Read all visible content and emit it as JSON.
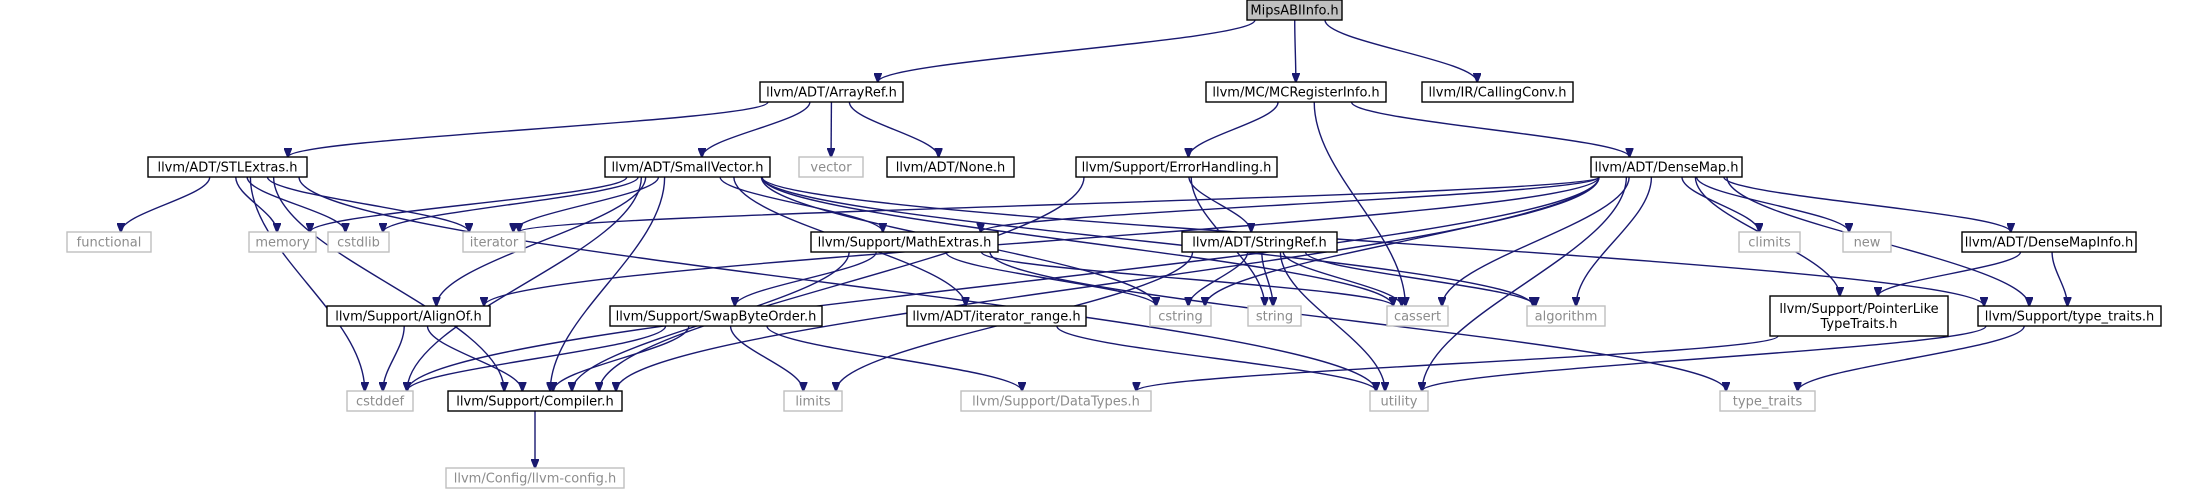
{
  "colors": {
    "edge": "#191970",
    "node_border": "#000000",
    "node_border_external": "#bfbfbf",
    "node_fill": "#ffffff",
    "node_fill_root": "#bfbfbf",
    "label": "#000000",
    "label_external": "#8c8c8c"
  },
  "nodes": [
    {
      "id": "mipsabi",
      "label": "MipsABIInfo.h",
      "kind": "root"
    },
    {
      "id": "arrayref",
      "label": "llvm/ADT/ArrayRef.h",
      "kind": "documented"
    },
    {
      "id": "mcreg",
      "label": "llvm/MC/MCRegisterInfo.h",
      "kind": "documented"
    },
    {
      "id": "callconv",
      "label": "llvm/IR/CallingConv.h",
      "kind": "documented"
    },
    {
      "id": "stlextras",
      "label": "llvm/ADT/STLExtras.h",
      "kind": "documented"
    },
    {
      "id": "smallvector",
      "label": "llvm/ADT/SmallVector.h",
      "kind": "documented"
    },
    {
      "id": "vector",
      "label": "vector",
      "kind": "external"
    },
    {
      "id": "none",
      "label": "llvm/ADT/None.h",
      "kind": "documented"
    },
    {
      "id": "errorhandling",
      "label": "llvm/Support/ErrorHandling.h",
      "kind": "documented"
    },
    {
      "id": "densemap",
      "label": "llvm/ADT/DenseMap.h",
      "kind": "documented"
    },
    {
      "id": "functional",
      "label": "functional",
      "kind": "external"
    },
    {
      "id": "memory",
      "label": "memory",
      "kind": "external"
    },
    {
      "id": "cstdlib",
      "label": "cstdlib",
      "kind": "external"
    },
    {
      "id": "iterator",
      "label": "iterator",
      "kind": "external"
    },
    {
      "id": "mathextras",
      "label": "llvm/Support/MathExtras.h",
      "kind": "documented"
    },
    {
      "id": "stringref",
      "label": "llvm/ADT/StringRef.h",
      "kind": "documented"
    },
    {
      "id": "climits",
      "label": "climits",
      "kind": "external"
    },
    {
      "id": "new",
      "label": "new",
      "kind": "external"
    },
    {
      "id": "densemapinfo",
      "label": "llvm/ADT/DenseMapInfo.h",
      "kind": "documented"
    },
    {
      "id": "alignof",
      "label": "llvm/Support/AlignOf.h",
      "kind": "documented"
    },
    {
      "id": "swapbyteorder",
      "label": "llvm/Support/SwapByteOrder.h",
      "kind": "documented"
    },
    {
      "id": "iterrange",
      "label": "llvm/ADT/iterator_range.h",
      "kind": "documented"
    },
    {
      "id": "cstring",
      "label": "cstring",
      "kind": "external"
    },
    {
      "id": "string",
      "label": "string",
      "kind": "external"
    },
    {
      "id": "cassert",
      "label": "cassert",
      "kind": "external"
    },
    {
      "id": "algorithm",
      "label": "algorithm",
      "kind": "external"
    },
    {
      "id": "pointerlike",
      "label": "llvm/Support/PointerLike\nTypeTraits.h",
      "kind": "documented"
    },
    {
      "id": "typetraits_h",
      "label": "llvm/Support/type_traits.h",
      "kind": "documented"
    },
    {
      "id": "cstddef",
      "label": "cstddef",
      "kind": "external"
    },
    {
      "id": "compiler",
      "label": "llvm/Support/Compiler.h",
      "kind": "documented"
    },
    {
      "id": "limits",
      "label": "limits",
      "kind": "external"
    },
    {
      "id": "datatypes",
      "label": "llvm/Support/DataTypes.h",
      "kind": "external"
    },
    {
      "id": "utility",
      "label": "utility",
      "kind": "external"
    },
    {
      "id": "type_traits",
      "label": "type_traits",
      "kind": "external"
    },
    {
      "id": "llvmconfig",
      "label": "llvm/Config/llvm-config.h",
      "kind": "external"
    }
  ],
  "edges": [
    [
      "mipsabi",
      "arrayref"
    ],
    [
      "mipsabi",
      "mcreg"
    ],
    [
      "mipsabi",
      "callconv"
    ],
    [
      "arrayref",
      "stlextras"
    ],
    [
      "arrayref",
      "smallvector"
    ],
    [
      "arrayref",
      "vector"
    ],
    [
      "arrayref",
      "none"
    ],
    [
      "mcreg",
      "errorhandling"
    ],
    [
      "mcreg",
      "densemap"
    ],
    [
      "mcreg",
      "cassert"
    ],
    [
      "stlextras",
      "functional"
    ],
    [
      "stlextras",
      "memory"
    ],
    [
      "stlextras",
      "cstdlib"
    ],
    [
      "stlextras",
      "iterator"
    ],
    [
      "stlextras",
      "cstddef"
    ],
    [
      "stlextras",
      "compiler"
    ],
    [
      "stlextras",
      "utility"
    ],
    [
      "smallvector",
      "memory"
    ],
    [
      "smallvector",
      "cstdlib"
    ],
    [
      "smallvector",
      "iterator"
    ],
    [
      "smallvector",
      "mathextras"
    ],
    [
      "smallvector",
      "alignof"
    ],
    [
      "smallvector",
      "iterrange"
    ],
    [
      "smallvector",
      "cstring"
    ],
    [
      "smallvector",
      "cassert"
    ],
    [
      "smallvector",
      "algorithm"
    ],
    [
      "smallvector",
      "typetraits_h"
    ],
    [
      "smallvector",
      "cstddef"
    ],
    [
      "smallvector",
      "compiler"
    ],
    [
      "errorhandling",
      "stringref"
    ],
    [
      "errorhandling",
      "string"
    ],
    [
      "errorhandling",
      "compiler"
    ],
    [
      "densemap",
      "iterator"
    ],
    [
      "densemap",
      "mathextras"
    ],
    [
      "densemap",
      "climits"
    ],
    [
      "densemap",
      "new"
    ],
    [
      "densemap",
      "densemapinfo"
    ],
    [
      "densemap",
      "alignof"
    ],
    [
      "densemap",
      "cstring"
    ],
    [
      "densemap",
      "cassert"
    ],
    [
      "densemap",
      "algorithm"
    ],
    [
      "densemap",
      "pointerlike"
    ],
    [
      "densemap",
      "typetraits_h"
    ],
    [
      "densemap",
      "compiler"
    ],
    [
      "densemap",
      "cstddef"
    ],
    [
      "densemap",
      "utility"
    ],
    [
      "mathextras",
      "swapbyteorder"
    ],
    [
      "mathextras",
      "cstring"
    ],
    [
      "mathextras",
      "cassert"
    ],
    [
      "mathextras",
      "compiler"
    ],
    [
      "mathextras",
      "type_traits"
    ],
    [
      "stringref",
      "cstring"
    ],
    [
      "stringref",
      "string"
    ],
    [
      "stringref",
      "cassert"
    ],
    [
      "stringref",
      "algorithm"
    ],
    [
      "stringref",
      "utility"
    ],
    [
      "stringref",
      "limits"
    ],
    [
      "densemapinfo",
      "pointerlike"
    ],
    [
      "densemapinfo",
      "typetraits_h"
    ],
    [
      "alignof",
      "cstddef"
    ],
    [
      "alignof",
      "compiler"
    ],
    [
      "swapbyteorder",
      "cstddef"
    ],
    [
      "swapbyteorder",
      "compiler"
    ],
    [
      "swapbyteorder",
      "limits"
    ],
    [
      "swapbyteorder",
      "datatypes"
    ],
    [
      "iterrange",
      "utility"
    ],
    [
      "pointerlike",
      "datatypes"
    ],
    [
      "typetraits_h",
      "utility"
    ],
    [
      "typetraits_h",
      "type_traits"
    ],
    [
      "compiler",
      "llvmconfig"
    ]
  ]
}
